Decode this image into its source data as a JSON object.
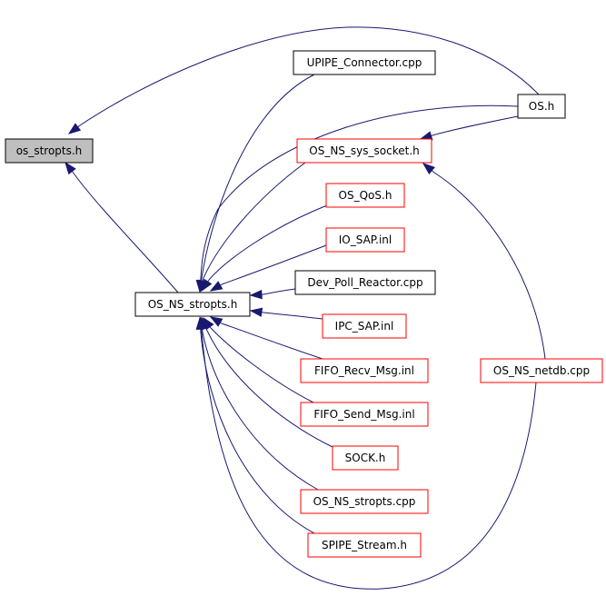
{
  "diagram": {
    "colors": {
      "edge": "#191970",
      "border_black": "#000000",
      "border_red": "#ff0000",
      "root_fill": "#bfbfbf",
      "node_fill": "#ffffff"
    },
    "nodes": [
      {
        "id": "os_stropts_h",
        "label": "os_stropts.h",
        "border": "black",
        "highlight": true
      },
      {
        "id": "upipe_connector_cpp",
        "label": "UPIPE_Connector.cpp",
        "border": "black"
      },
      {
        "id": "os_h",
        "label": "OS.h",
        "border": "black"
      },
      {
        "id": "os_ns_sys_socket_h",
        "label": "OS_NS_sys_socket.h",
        "border": "red"
      },
      {
        "id": "os_qos_h",
        "label": "OS_QoS.h",
        "border": "red"
      },
      {
        "id": "io_sap_inl",
        "label": "IO_SAP.inl",
        "border": "red"
      },
      {
        "id": "os_ns_stropts_h",
        "label": "OS_NS_stropts.h",
        "border": "black"
      },
      {
        "id": "dev_poll_reactor_cpp",
        "label": "Dev_Poll_Reactor.cpp",
        "border": "black"
      },
      {
        "id": "ipc_sap_inl",
        "label": "IPC_SAP.inl",
        "border": "red"
      },
      {
        "id": "os_ns_netdb_cpp",
        "label": "OS_NS_netdb.cpp",
        "border": "red"
      },
      {
        "id": "fifo_recv_msg_inl",
        "label": "FIFO_Recv_Msg.inl",
        "border": "red"
      },
      {
        "id": "fifo_send_msg_inl",
        "label": "FIFO_Send_Msg.inl",
        "border": "red"
      },
      {
        "id": "sock_h",
        "label": "SOCK.h",
        "border": "red"
      },
      {
        "id": "os_ns_stropts_cpp",
        "label": "OS_NS_stropts.cpp",
        "border": "red"
      },
      {
        "id": "spipe_stream_h",
        "label": "SPIPE_Stream.h",
        "border": "red"
      }
    ],
    "edges": [
      {
        "from": "os_h",
        "to": "os_stropts_h"
      },
      {
        "from": "os_ns_stropts_h",
        "to": "os_stropts_h"
      },
      {
        "from": "upipe_connector_cpp",
        "to": "os_ns_stropts_h"
      },
      {
        "from": "os_h",
        "to": "os_ns_stropts_h"
      },
      {
        "from": "os_ns_sys_socket_h",
        "to": "os_ns_stropts_h"
      },
      {
        "from": "os_qos_h",
        "to": "os_ns_stropts_h"
      },
      {
        "from": "io_sap_inl",
        "to": "os_ns_stropts_h"
      },
      {
        "from": "dev_poll_reactor_cpp",
        "to": "os_ns_stropts_h"
      },
      {
        "from": "ipc_sap_inl",
        "to": "os_ns_stropts_h"
      },
      {
        "from": "fifo_recv_msg_inl",
        "to": "os_ns_stropts_h"
      },
      {
        "from": "fifo_send_msg_inl",
        "to": "os_ns_stropts_h"
      },
      {
        "from": "sock_h",
        "to": "os_ns_stropts_h"
      },
      {
        "from": "os_ns_stropts_cpp",
        "to": "os_ns_stropts_h"
      },
      {
        "from": "spipe_stream_h",
        "to": "os_ns_stropts_h"
      },
      {
        "from": "os_ns_netdb_cpp",
        "to": "os_ns_stropts_h"
      },
      {
        "from": "os_h",
        "to": "os_ns_sys_socket_h"
      },
      {
        "from": "os_ns_netdb_cpp",
        "to": "os_ns_sys_socket_h"
      }
    ]
  }
}
